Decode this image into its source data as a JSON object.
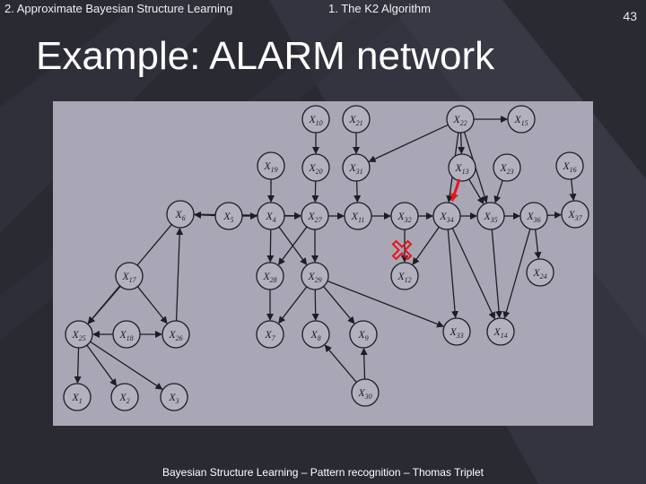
{
  "header": {
    "left": "2. Approximate Bayesian Structure Learning",
    "center": "1. The K2 Algorithm",
    "page_number": "43"
  },
  "slide": {
    "title": "Example: ALARM network"
  },
  "footer": {
    "text": "Bayesian Structure Learning – Pattern recognition – Thomas Triplet"
  },
  "network": {
    "nodes": [
      {
        "id": "X10",
        "letter": "X",
        "sub": "10"
      },
      {
        "id": "X21",
        "letter": "X",
        "sub": "21"
      },
      {
        "id": "X22",
        "letter": "X",
        "sub": "22"
      },
      {
        "id": "X15",
        "letter": "X",
        "sub": "15"
      },
      {
        "id": "X19",
        "letter": "X",
        "sub": "19"
      },
      {
        "id": "X20",
        "letter": "X",
        "sub": "20"
      },
      {
        "id": "X31",
        "letter": "X",
        "sub": "31"
      },
      {
        "id": "X13",
        "letter": "X",
        "sub": "13"
      },
      {
        "id": "X23",
        "letter": "X",
        "sub": "23"
      },
      {
        "id": "X16",
        "letter": "X",
        "sub": "16"
      },
      {
        "id": "X6",
        "letter": "X",
        "sub": "6"
      },
      {
        "id": "X5",
        "letter": "X",
        "sub": "5"
      },
      {
        "id": "X4",
        "letter": "X",
        "sub": "4"
      },
      {
        "id": "X27",
        "letter": "X",
        "sub": "27"
      },
      {
        "id": "X11",
        "letter": "X",
        "sub": "11"
      },
      {
        "id": "X32",
        "letter": "X",
        "sub": "32"
      },
      {
        "id": "X34",
        "letter": "X",
        "sub": "34"
      },
      {
        "id": "X35",
        "letter": "X",
        "sub": "35"
      },
      {
        "id": "X36",
        "letter": "X",
        "sub": "36"
      },
      {
        "id": "X37",
        "letter": "X",
        "sub": "37"
      },
      {
        "id": "X17",
        "letter": "X",
        "sub": "17"
      },
      {
        "id": "X28",
        "letter": "X",
        "sub": "28"
      },
      {
        "id": "X29",
        "letter": "X",
        "sub": "29"
      },
      {
        "id": "X12",
        "letter": "X",
        "sub": "12"
      },
      {
        "id": "X24",
        "letter": "X",
        "sub": "24"
      },
      {
        "id": "X25",
        "letter": "X",
        "sub": "25"
      },
      {
        "id": "X18",
        "letter": "X",
        "sub": "18"
      },
      {
        "id": "X26",
        "letter": "X",
        "sub": "26"
      },
      {
        "id": "X7",
        "letter": "X",
        "sub": "7"
      },
      {
        "id": "X8",
        "letter": "X",
        "sub": "8"
      },
      {
        "id": "X9",
        "letter": "X",
        "sub": "9"
      },
      {
        "id": "X33",
        "letter": "X",
        "sub": "33"
      },
      {
        "id": "X14",
        "letter": "X",
        "sub": "14"
      },
      {
        "id": "X1",
        "letter": "X",
        "sub": "1"
      },
      {
        "id": "X2",
        "letter": "X",
        "sub": "2"
      },
      {
        "id": "X3",
        "letter": "X",
        "sub": "3"
      },
      {
        "id": "X30",
        "letter": "X",
        "sub": "30"
      }
    ],
    "edges": [
      [
        "X10",
        "X20"
      ],
      [
        "X21",
        "X31"
      ],
      [
        "X22",
        "X13"
      ],
      [
        "X22",
        "X35"
      ],
      [
        "X22",
        "X34"
      ],
      [
        "X22",
        "X15"
      ],
      [
        "X22",
        "X31"
      ],
      [
        "X19",
        "X4"
      ],
      [
        "X20",
        "X27"
      ],
      [
        "X31",
        "X11"
      ],
      [
        "X13",
        "X35"
      ],
      [
        "X23",
        "X35"
      ],
      [
        "X16",
        "X37"
      ],
      [
        "X5",
        "X6"
      ],
      [
        "X4",
        "X27"
      ],
      [
        "X27",
        "X11"
      ],
      [
        "X11",
        "X32"
      ],
      [
        "X32",
        "X34"
      ],
      [
        "X34",
        "X35"
      ],
      [
        "X35",
        "X36"
      ],
      [
        "X36",
        "X37"
      ],
      [
        "X32",
        "X12"
      ],
      [
        "X34",
        "X12"
      ],
      [
        "X36",
        "X24"
      ],
      [
        "X27",
        "X29"
      ],
      [
        "X27",
        "X28"
      ],
      [
        "X28",
        "X7"
      ],
      [
        "X29",
        "X7"
      ],
      [
        "X29",
        "X8"
      ],
      [
        "X29",
        "X9"
      ],
      [
        "X30",
        "X9"
      ],
      [
        "X30",
        "X8"
      ],
      [
        "X34",
        "X14"
      ],
      [
        "X34",
        "X33"
      ],
      [
        "X35",
        "X14"
      ],
      [
        "X36",
        "X14"
      ],
      [
        "X26",
        "X6"
      ],
      [
        "X6",
        "X25"
      ],
      [
        "X17",
        "X25"
      ],
      [
        "X17",
        "X26"
      ],
      [
        "X18",
        "X25"
      ],
      [
        "X18",
        "X26"
      ],
      [
        "X25",
        "X1"
      ],
      [
        "X25",
        "X2"
      ],
      [
        "X25",
        "X3"
      ],
      [
        "X5",
        "X4"
      ],
      [
        "X29",
        "X33"
      ],
      [
        "X6",
        "X27"
      ],
      [
        "X4",
        "X28"
      ],
      [
        "X4",
        "X29"
      ]
    ],
    "marked_edge": [
      "X13",
      "X34"
    ],
    "removed_node": "X32"
  }
}
